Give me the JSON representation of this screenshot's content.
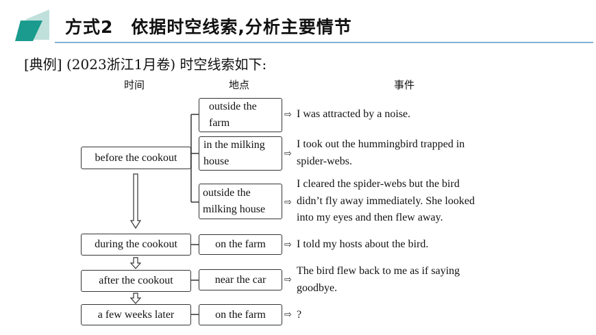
{
  "header": {
    "title": "方式2　依据时空线索,分析主要情节",
    "accent_colors": [
      "#1a9b8e",
      "#bfe0db",
      "#7fb2d6"
    ]
  },
  "intro": "[典例] (2023浙江1月卷) 时空线索如下:",
  "columns": {
    "time": "时间",
    "place": "地点",
    "event": "事件"
  },
  "rows": {
    "before": {
      "time": "before the cookout",
      "places": [
        {
          "line1": "outside the",
          "line2": "farm",
          "event": [
            "I was attracted by a noise."
          ]
        },
        {
          "line1": "in the milking",
          "line2": "house",
          "event": [
            "I took out the hummingbird trapped in",
            "spider-webs."
          ]
        },
        {
          "line1": "outside the",
          "line2": "milking house",
          "event": [
            "I cleared the spider-webs but the bird",
            "didn’t fly away immediately. She looked",
            "into my eyes and then flew away."
          ]
        }
      ]
    },
    "during": {
      "time": "during the cookout",
      "place": "on the farm",
      "event": [
        "I told my hosts about the bird."
      ]
    },
    "after": {
      "time": "after the cookout",
      "place": "near the car",
      "event": [
        "The bird flew back to me as if saying",
        "goodbye."
      ]
    },
    "later": {
      "time": "a few weeks later",
      "place": "on the farm",
      "event": [
        "?"
      ]
    }
  },
  "arrow_glyph": "⇨"
}
